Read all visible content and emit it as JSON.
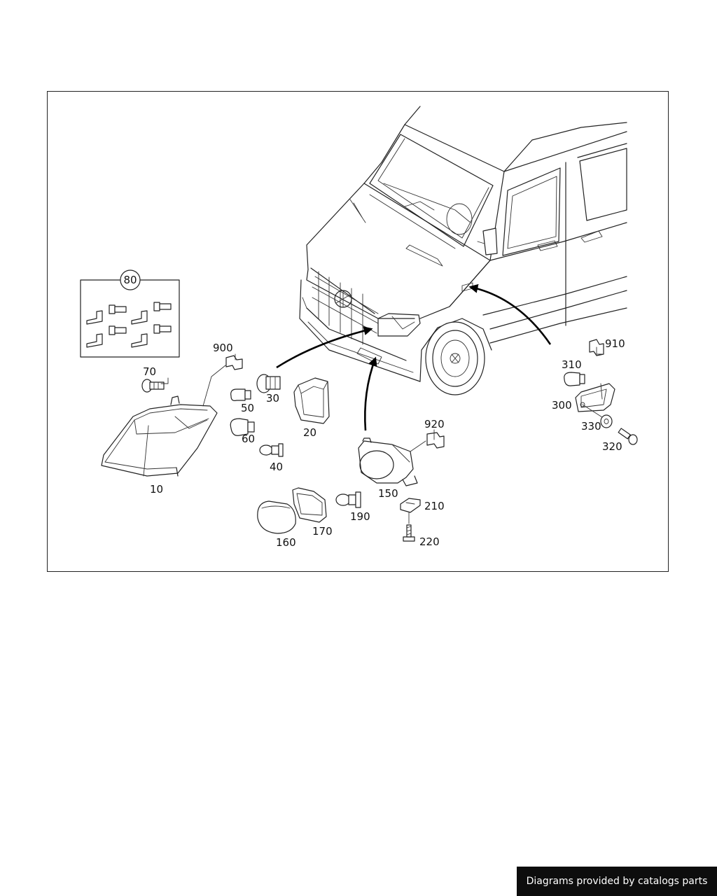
{
  "callouts": {
    "p10": "10",
    "p20": "20",
    "p30": "30",
    "p40": "40",
    "p50": "50",
    "p60": "60",
    "p70": "70",
    "p80": "80",
    "p150": "150",
    "p160": "160",
    "p170": "170",
    "p190": "190",
    "p210": "210",
    "p220": "220",
    "p300": "300",
    "p310": "310",
    "p320": "320",
    "p330": "330",
    "p900": "900",
    "p910": "910",
    "p920": "920"
  },
  "footer": {
    "credit": "Diagrams provided by catalogs parts"
  }
}
